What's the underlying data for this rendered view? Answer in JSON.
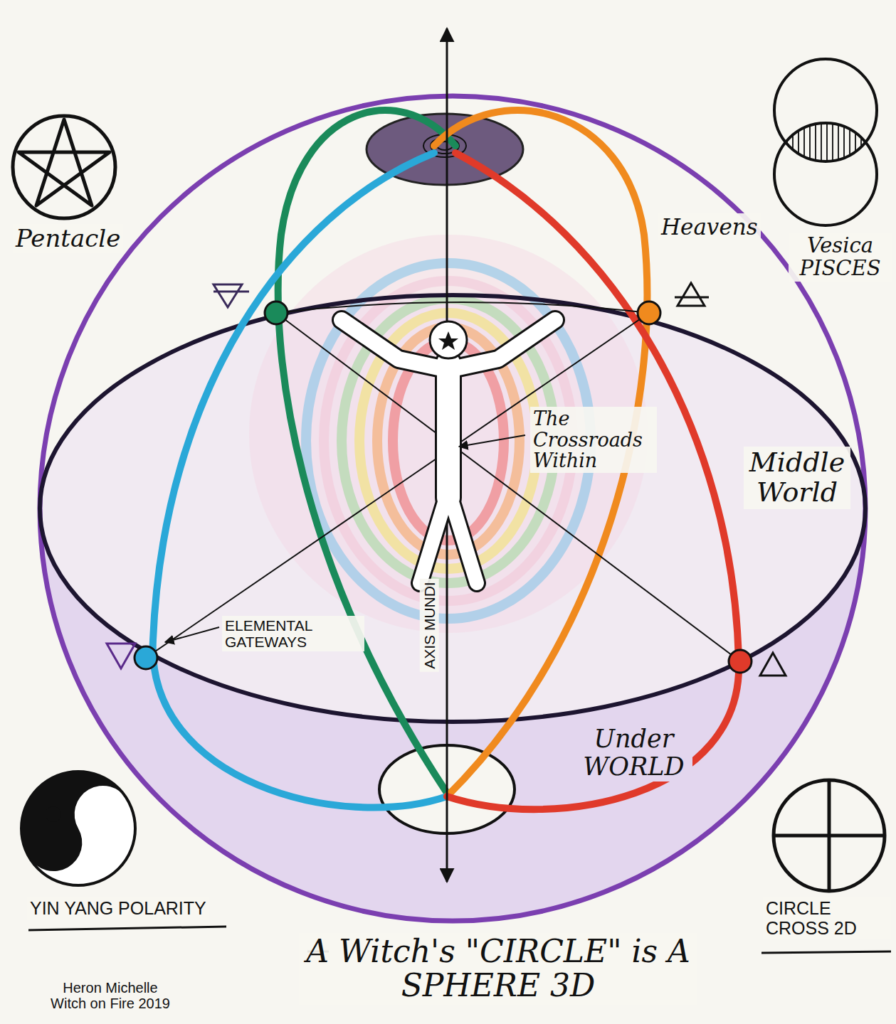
{
  "diagram": {
    "title": "A Witch's \"CIRCLE\" is A SPHERE 3D",
    "caption": "Heron Michelle Witch on Fire 2019",
    "labels": [
      "Pentacle",
      "Vesica PISCES",
      "Heavens",
      "The Crossroads Within",
      "Middle World",
      "ELEMENTAL GATEWAYS",
      "AXIS MUNDI",
      "Under WORLD",
      "YIN YANG POLARITY",
      "CIRCLE CROSS 2D"
    ]
  }
}
